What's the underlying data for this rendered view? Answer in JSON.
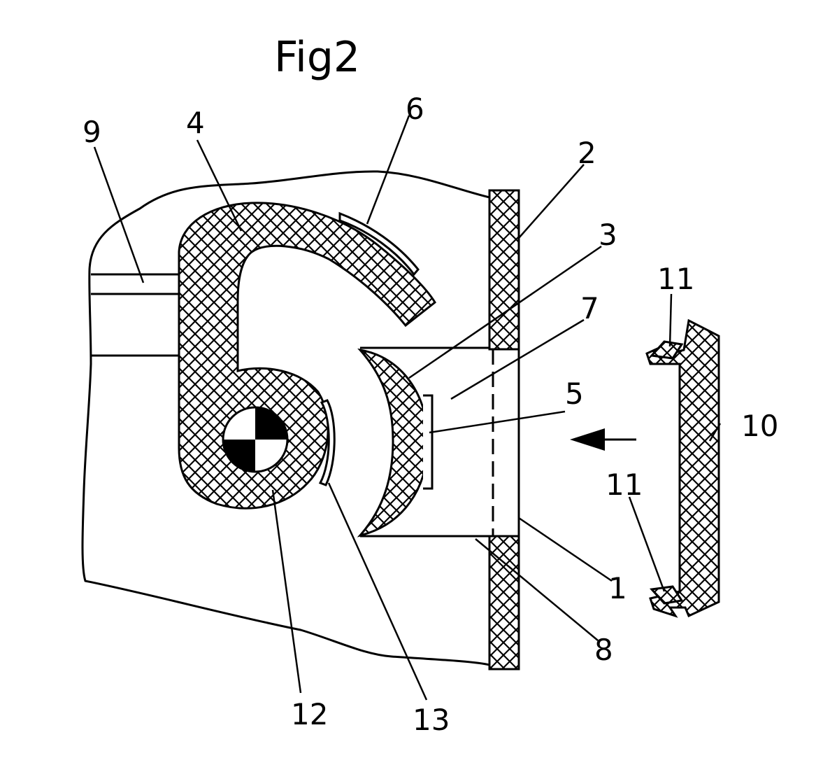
{
  "figure": {
    "title": "Fig2"
  },
  "labels": {
    "l1": "1",
    "l2": "2",
    "l3": "3",
    "l4": "4",
    "l5": "5",
    "l6": "6",
    "l7": "7",
    "l8": "8",
    "l9": "9",
    "l10": "10",
    "l11a": "11",
    "l11b": "11",
    "l12": "12",
    "l13": "13"
  }
}
